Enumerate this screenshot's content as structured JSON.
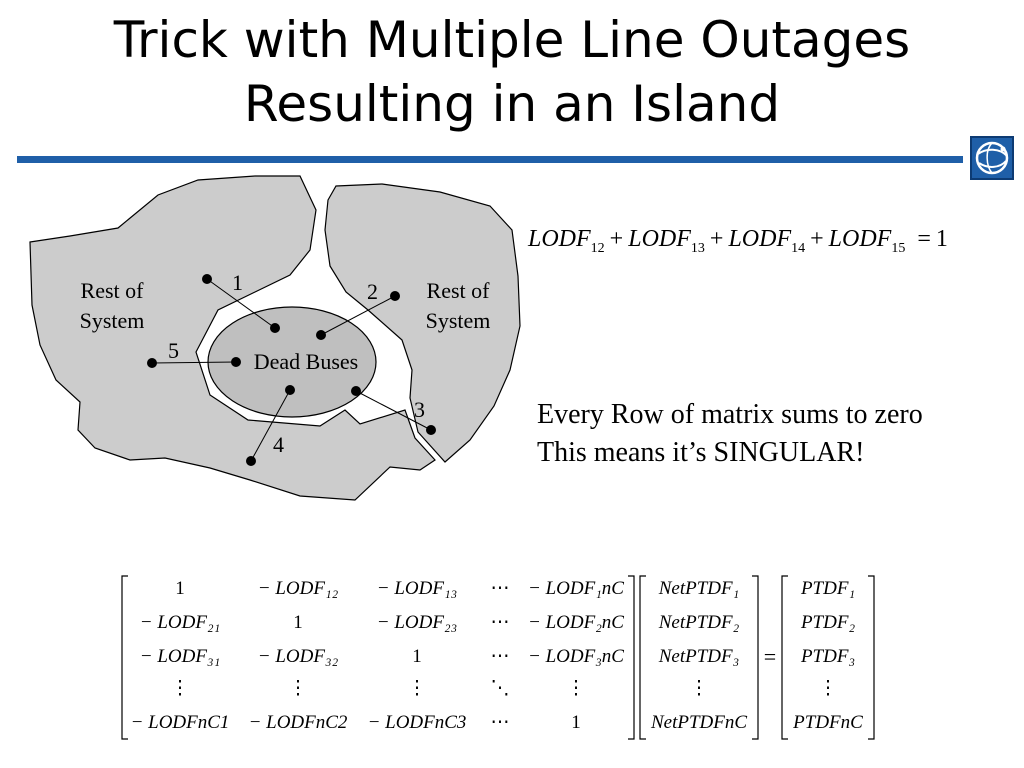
{
  "slide": {
    "title_line1": "Trick with Multiple Line Outages",
    "title_line2": "Resulting in an Island",
    "colors": {
      "rule": "#1f5fa8",
      "region_fill": "#cccccc",
      "island_fill": "#bfbfbf"
    }
  },
  "diagram": {
    "rest_left_line1": "Rest of",
    "rest_left_line2": "System",
    "rest_right_line1": "Rest of",
    "rest_right_line2": "System",
    "dead_buses": "Dead Buses",
    "lines": [
      "1",
      "2",
      "3",
      "4",
      "5"
    ]
  },
  "equation": {
    "terms": [
      {
        "name": "LODF",
        "sub": "12"
      },
      {
        "name": "LODF",
        "sub": "13"
      },
      {
        "name": "LODF",
        "sub": "14"
      },
      {
        "name": "LODF",
        "sub": "15"
      }
    ],
    "plus": "+",
    "equals": "=",
    "rhs": "1"
  },
  "note": {
    "line1": "Every Row of matrix sums to zero",
    "line2": "This means it’s SINGULAR!"
  },
  "matrix": {
    "rows": [
      [
        "1",
        "− LODF₁₂",
        "− LODF₁₃",
        "⋯",
        "− LODF₁nC"
      ],
      [
        "− LODF₂₁",
        "1",
        "− LODF₂₃",
        "⋯",
        "− LODF₂nC"
      ],
      [
        "− LODF₃₁",
        "− LODF₃₂",
        "1",
        "⋯",
        "− LODF₃nC"
      ],
      [
        "⋮",
        "⋮",
        "⋮",
        "⋱",
        "⋮"
      ],
      [
        "− LODFnC1",
        "− LODFnC2",
        "− LODFnC3",
        "⋯",
        "1"
      ]
    ],
    "vector_x": [
      "NetPTDF₁",
      "NetPTDF₂",
      "NetPTDF₃",
      "⋮",
      "NetPTDFnC"
    ],
    "equals": "=",
    "vector_b": [
      "PTDF₁",
      "PTDF₂",
      "PTDF₃",
      "⋮",
      "PTDFnC"
    ]
  }
}
